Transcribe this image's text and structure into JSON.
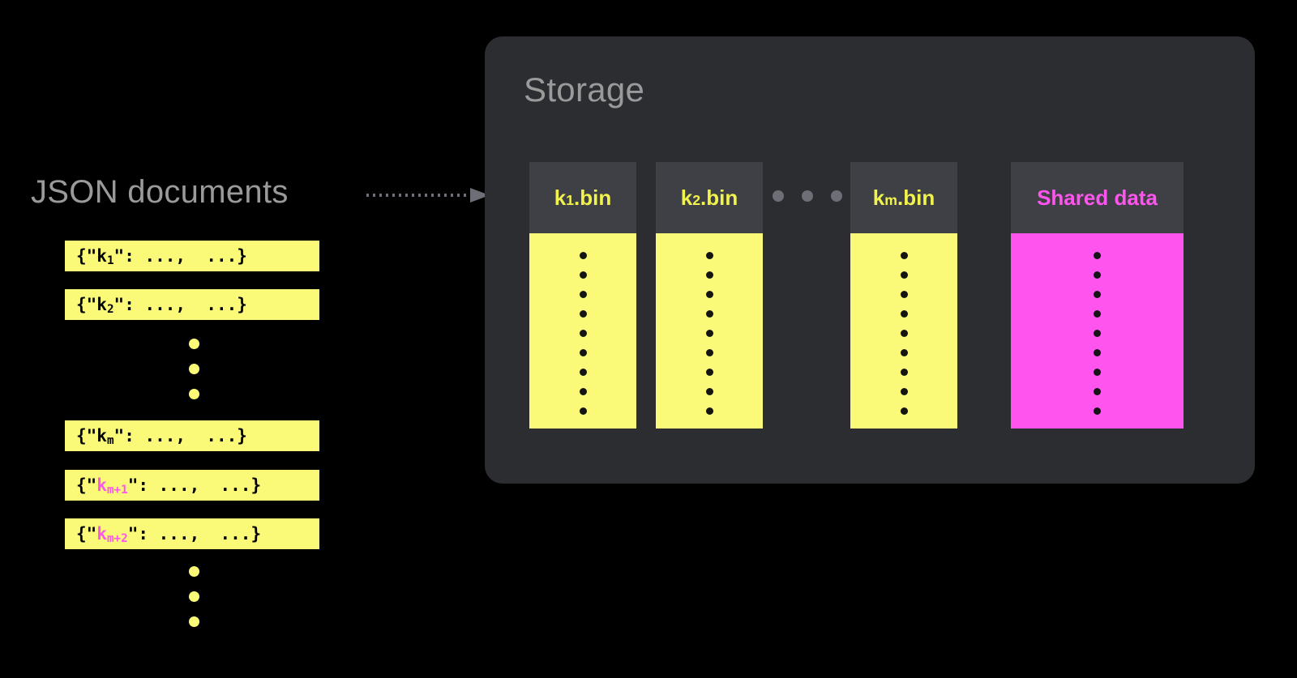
{
  "background_color": "#000000",
  "accent_yellow": "#fafa78",
  "accent_magenta": "#ff55ee",
  "panel_color": "#2b2d31",
  "header_color": "#3f4045",
  "muted_text_color": "#9a9a9a",
  "left": {
    "title": "JSON documents",
    "documents": [
      {
        "prefix": "{\"",
        "key": "k",
        "sub": "1",
        "key_color": "black",
        "suffix": "\": ...,  ...}"
      },
      {
        "prefix": "{\"",
        "key": "k",
        "sub": "2",
        "key_color": "black",
        "suffix": "\": ...,  ...}"
      },
      {
        "prefix": "{\"",
        "key": "k",
        "sub": "m",
        "key_color": "black",
        "suffix": "\": ...,  ...}"
      },
      {
        "prefix": "{\"",
        "key": "k",
        "sub": "m+1",
        "key_color": "magenta",
        "suffix": "\": ...,  ...}"
      },
      {
        "prefix": "{\"",
        "key": "k",
        "sub": "m+2",
        "key_color": "magenta",
        "suffix": "\": ...,  ...}"
      }
    ],
    "ellipsis_dot_count": 3
  },
  "arrow": {
    "style": "dotted-line-with-arrowhead",
    "color": "#6e6e76"
  },
  "storage": {
    "title": "Storage",
    "columns": [
      {
        "label_base": "k",
        "label_sub": "1",
        "label_ext": ".bin",
        "body_color": "yellow",
        "dot_count": 9
      },
      {
        "label_base": "k",
        "label_sub": "2",
        "label_ext": ".bin",
        "body_color": "yellow",
        "dot_count": 9
      },
      {
        "label_base": "k",
        "label_sub": "m",
        "label_ext": ".bin",
        "body_color": "yellow",
        "dot_count": 9
      },
      {
        "label_base": "Shared data",
        "label_sub": "",
        "label_ext": "",
        "body_color": "magenta",
        "dot_count": 9
      }
    ],
    "column_ellipsis_dot_count": 3
  }
}
